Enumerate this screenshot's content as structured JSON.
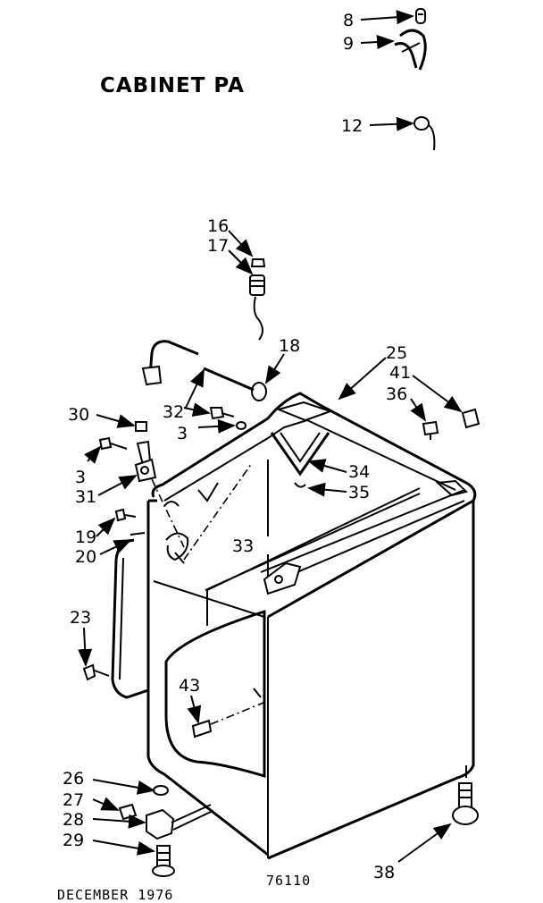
{
  "title": "CABINET PA",
  "date_footer": "DECEMBER 1976",
  "drawing_number": "76110",
  "callouts": {
    "c8": "8",
    "c9": "9",
    "c12": "12",
    "c16": "16",
    "c17": "17",
    "c18": "18",
    "c25": "25",
    "c41": "41",
    "c36": "36",
    "c30": "30",
    "c32": "32",
    "c3a": "3",
    "c3b": "3",
    "c34": "34",
    "c35": "35",
    "c31": "31",
    "c19": "19",
    "c20": "20",
    "c33": "33",
    "c23": "23",
    "c43": "43",
    "c26": "26",
    "c27": "27",
    "c28": "28",
    "c29": "29",
    "c38": "38"
  }
}
